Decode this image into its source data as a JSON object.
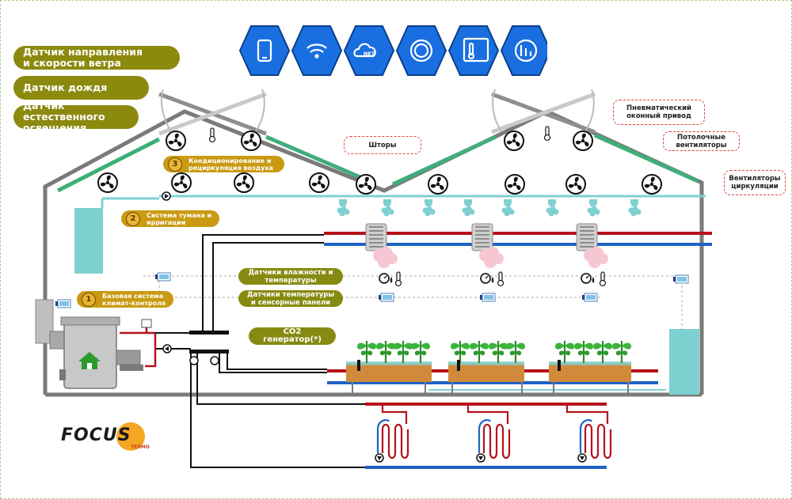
{
  "labels": {
    "wind_sensor": "Датчик направления\nи скорости ветра",
    "rain_sensor": "Датчик дождя",
    "light_sensor": "Датчик естественного\nосвещения",
    "climate_base": "Базовая система\nклимат-контроля",
    "fog_irrigation": "Система тумана и\nирригации",
    "air_conditioning": "Кондиционирование и\nрециркуляция воздуха",
    "humidity_temp_sensors": "Датчики влажности и\nтемпературы",
    "temp_sensors_panels": "Датчики температуры\nи сенсорные панели",
    "co2_generator": "CO2 генератор(*)",
    "curtains": "Шторы",
    "pneumatic_drive": "Пневматический\nоконный привод",
    "ceiling_fans": "Потолочные\nвентиляторы",
    "circulation_fans": "Вентиляторы\nциркуляции",
    "num_1": "1",
    "num_2": "2",
    "num_3": "3"
  },
  "logo": {
    "brand": "FOCUS",
    "sub": "TERMO"
  },
  "top_icons": [
    "tablet-icon",
    "wifi-icon",
    "net-cloud-icon",
    "ring-icon",
    "thermometer-screen-icon",
    "dashboard-chart-icon"
  ],
  "top_icon_texts": {
    "net": "NET"
  },
  "colors": {
    "olive": "#878a10",
    "gold": "#c99a12",
    "hot_pipe": "#b5121b",
    "cold_pipe": "#1e63c5",
    "teal": "#7fd0d0",
    "green_vent": "#3fae7a",
    "frame": "#7a7a7a",
    "icon_blue": "#1a6fe0"
  }
}
